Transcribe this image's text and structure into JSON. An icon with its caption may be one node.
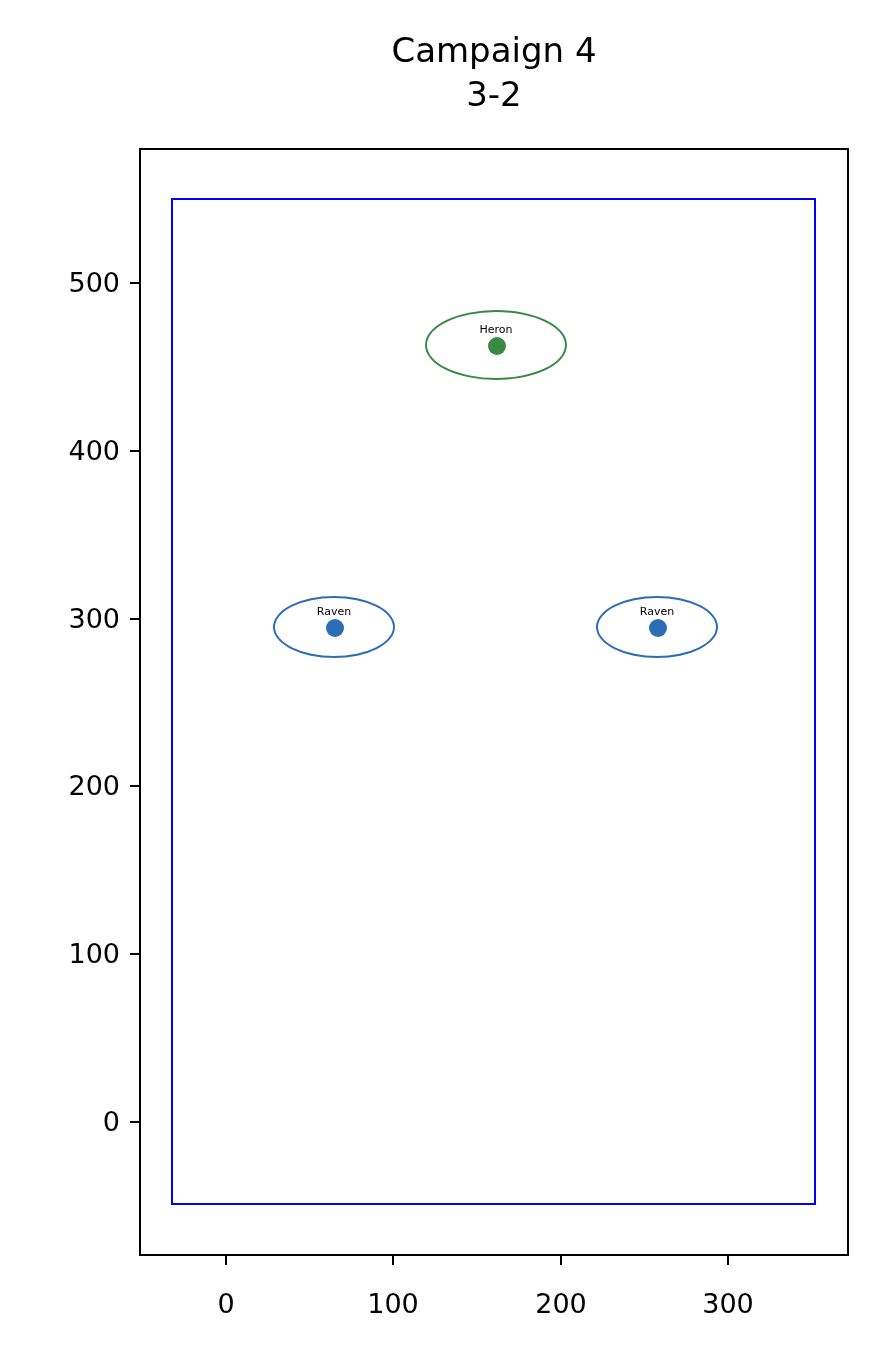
{
  "diagram": {
    "title": "Campaign 4 3-2",
    "nodes": [
      {
        "text": [],
        "shape": "box"
      },
      {
        "text": [
          "Heron"
        ],
        "in": 0
      },
      {
        "text": [
          "Raven"
        ],
        "in": 0
      },
      {
        "text": [
          "Raven"
        ],
        "in": 0
      }
    ],
    "labels": [
      "500",
      "400",
      "300",
      "200",
      "100",
      "0",
      "0",
      "100",
      "200",
      "300"
    ]
  }
}
